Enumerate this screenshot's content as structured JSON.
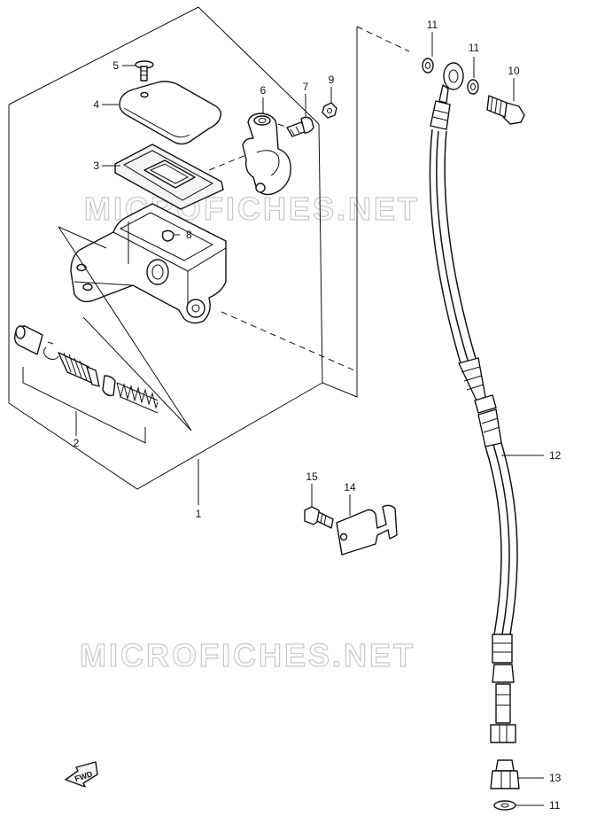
{
  "watermark": "MICROFICHES.NET",
  "fwd_label": "FWD",
  "callouts": {
    "c1": "1",
    "c2": "2",
    "c3": "3",
    "c4": "4",
    "c5": "5",
    "c6": "6",
    "c7": "7",
    "c8": "8",
    "c9": "9",
    "c10": "10",
    "c11a": "11",
    "c11b": "11",
    "c11c": "11",
    "c12": "12",
    "c13": "13",
    "c14": "14",
    "c15": "15"
  }
}
